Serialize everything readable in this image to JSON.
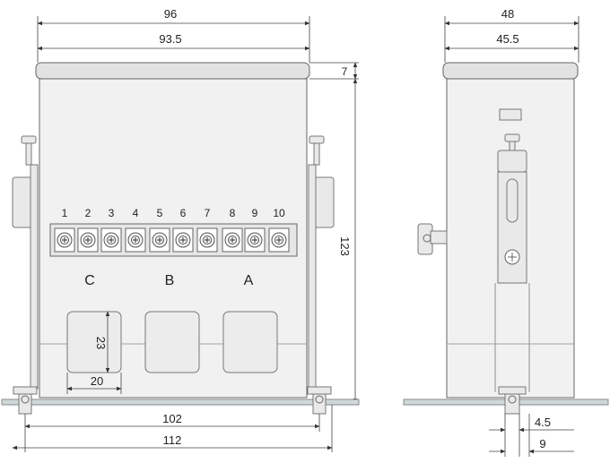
{
  "front_view": {
    "dims": {
      "overall_width": "96",
      "inner_width": "93.5",
      "top_cap_height": "7",
      "body_height": "123",
      "window_height": "23",
      "window_width": "20",
      "mount_spacing": "102",
      "base_length": "112"
    },
    "terminal_numbers": [
      "1",
      "2",
      "3",
      "4",
      "5",
      "6",
      "7",
      "8",
      "9",
      "10"
    ],
    "phase_labels": [
      "C",
      "B",
      "A"
    ]
  },
  "side_view": {
    "dims": {
      "overall_depth": "48",
      "inner_depth": "45.5",
      "slot_offset": "4.5",
      "slot_width": "9"
    }
  },
  "colors": {
    "line": "#444444",
    "body_fill": "#f1f1f1",
    "base_fill": "#cfd8d8"
  }
}
